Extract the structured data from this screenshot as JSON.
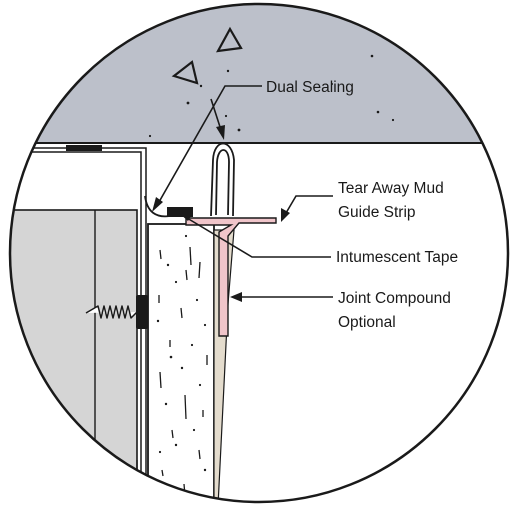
{
  "labels": {
    "dual_sealing": "Dual Sealing",
    "tear_away_line1": "Tear Away Mud",
    "tear_away_line2": "Guide Strip",
    "intumescent": "Intumescent Tape",
    "joint_line1": "Joint Compound",
    "joint_line2": "Optional"
  },
  "colors": {
    "concrete": "#bcc0ca",
    "frame_panel": "#d5d5d5",
    "mud_strip": "#f0c5ca",
    "joint_compound": "#e4dccd",
    "outline": "#1a1a1a"
  }
}
